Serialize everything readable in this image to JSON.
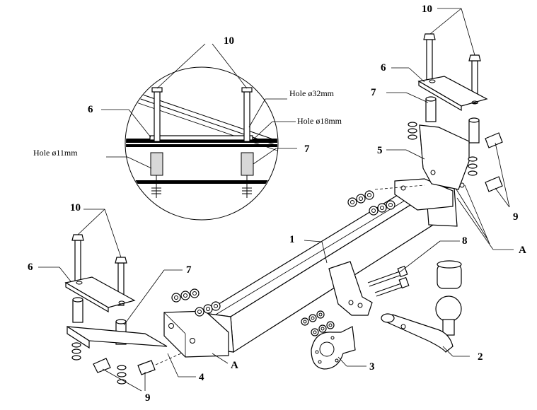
{
  "labels": {
    "p1": "1",
    "p2": "2",
    "p3": "3",
    "p4": "4",
    "p5": "5",
    "p6": "6",
    "p7": "7",
    "p8": "8",
    "p9": "9",
    "p10": "10",
    "a": "A"
  },
  "detail_notes": {
    "hole32": "Hole ø32mm",
    "hole18": "Hole ø18mm",
    "hole11": "Hole ø11mm"
  }
}
